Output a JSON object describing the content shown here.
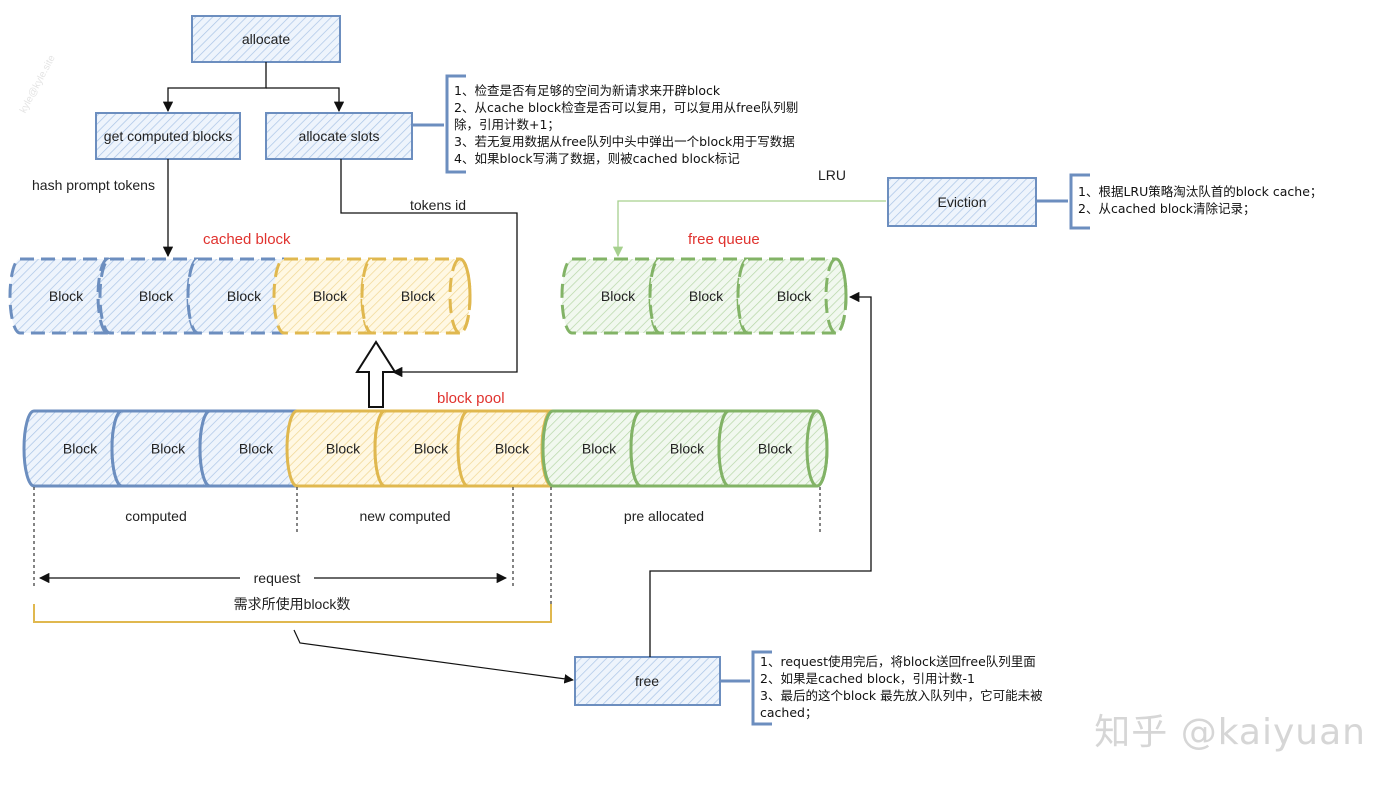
{
  "nodes": {
    "allocate": "allocate",
    "get_computed": "get computed blocks",
    "allocate_slots": "allocate slots",
    "eviction": "Eviction",
    "free": "free"
  },
  "edge_labels": {
    "hash_prompt": "hash prompt tokens",
    "tokens_id": "tokens id",
    "lru": "LRU"
  },
  "titles": {
    "cached_block": "cached block",
    "free_queue": "free queue",
    "block_pool": "block pool"
  },
  "block_label": "Block",
  "segments": {
    "computed": "computed",
    "new_computed": "new computed",
    "pre_allocated": "pre allocated",
    "request": "request",
    "used_count": "需求所使用block数"
  },
  "notes": {
    "allocate": [
      "1、检查是否有足够的空间为新请求来开辟block",
      "2、从cache block检查是否可以复用，可以复用从free队列剔",
      "除，引用计数+1；",
      "3、若无复用数据从free队列中头中弹出一个block用于写数据",
      "4、如果block写满了数据，则被cached block标记"
    ],
    "eviction": [
      "1、根据LRU策略淘汰队首的block cache；",
      "2、从cached block清除记录；"
    ],
    "free": [
      "1、request使用完后，将block送回free队列里面",
      "2、如果是cached block，引用计数-1",
      "3、最后的这个block 最先放入队列中，它可能未被",
      "cached；"
    ]
  },
  "watermark": "知乎 @kaiyuan",
  "side_watermark": "kyle@kyle.site",
  "colors": {
    "blue": "#6c8ebf",
    "blue_fill": "#dae8fc",
    "yellow": "#e0b84f",
    "yellow_fill": "#fff2cc",
    "green": "#82b366",
    "green_fill": "#d5e8d4",
    "red_text": "#e0322e"
  }
}
